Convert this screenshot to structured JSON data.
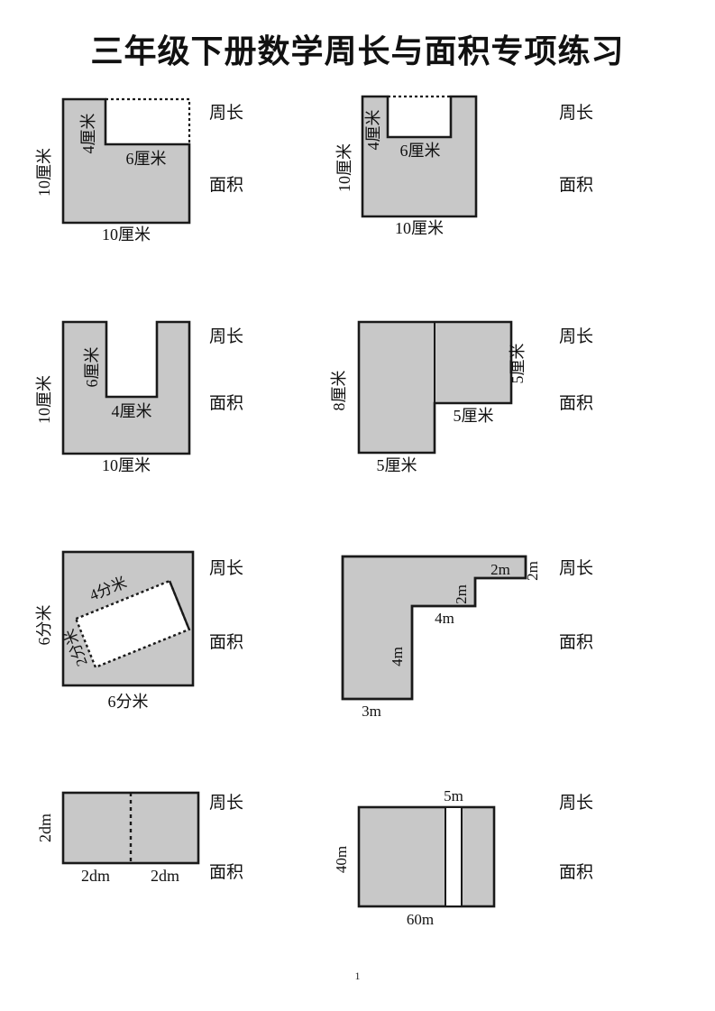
{
  "document": {
    "title": "三年级下册数学周长与面积专项练习",
    "page_number": "1"
  },
  "prompts": {
    "perimeter": "周长",
    "area": "面积"
  },
  "figures": [
    {
      "id": "fig-1",
      "shape": "square-with-corner-cutout",
      "labels": {
        "left": "10厘米",
        "bottom": "10厘米",
        "inner_vertical": "4厘米",
        "inner_horizontal": "6厘米"
      },
      "prompt_perimeter": "周长",
      "prompt_area": "面积"
    },
    {
      "id": "fig-2",
      "shape": "square-with-top-notch",
      "labels": {
        "left": "10厘米",
        "bottom": "10厘米",
        "inner_vertical": "4厘米",
        "inner_horizontal": "6厘米"
      },
      "prompt_perimeter": "周长",
      "prompt_area": "面积"
    },
    {
      "id": "fig-3",
      "shape": "square-with-tall-notch",
      "labels": {
        "left": "10厘米",
        "bottom": "10厘米",
        "inner_vertical": "6厘米",
        "inner_horizontal": "4厘米"
      },
      "prompt_perimeter": "周长",
      "prompt_area": "面积"
    },
    {
      "id": "fig-4",
      "shape": "l-shape-two-rectangles",
      "labels": {
        "left": "8厘米",
        "bottom": "5厘米",
        "inner_horizontal": "5厘米",
        "right_vertical": "5厘米"
      },
      "prompt_perimeter": "周长",
      "prompt_area": "面积"
    },
    {
      "id": "fig-5",
      "shape": "square-with-rotated-rectangle-hole",
      "labels": {
        "left": "6分米",
        "bottom": "6分米",
        "inner_long": "4分米",
        "inner_short": "2分米"
      },
      "prompt_perimeter": "周长",
      "prompt_area": "面积"
    },
    {
      "id": "fig-6",
      "shape": "staircase-polygon",
      "labels": {
        "bottom": "3m",
        "step1_vertical": "4m",
        "step1_horizontal": "4m",
        "step2_vertical": "2m",
        "step2_horizontal": "2m",
        "right_vertical": "2m"
      },
      "prompt_perimeter": "周长",
      "prompt_area": "面积"
    },
    {
      "id": "fig-7",
      "shape": "rectangle-split-dashed",
      "labels": {
        "left": "2dm",
        "bottom_left": "2dm",
        "bottom_right": "2dm"
      },
      "prompt_perimeter": "周长",
      "prompt_area": "面积"
    },
    {
      "id": "fig-8",
      "shape": "rectangle-with-white-strip",
      "labels": {
        "left": "40m",
        "bottom": "60m",
        "strip": "5m"
      },
      "prompt_perimeter": "周长",
      "prompt_area": "面积"
    }
  ],
  "colors": {
    "fill": "#c8c8c8",
    "stroke": "#1a1a1a",
    "text": "#111111",
    "background": "#ffffff"
  }
}
